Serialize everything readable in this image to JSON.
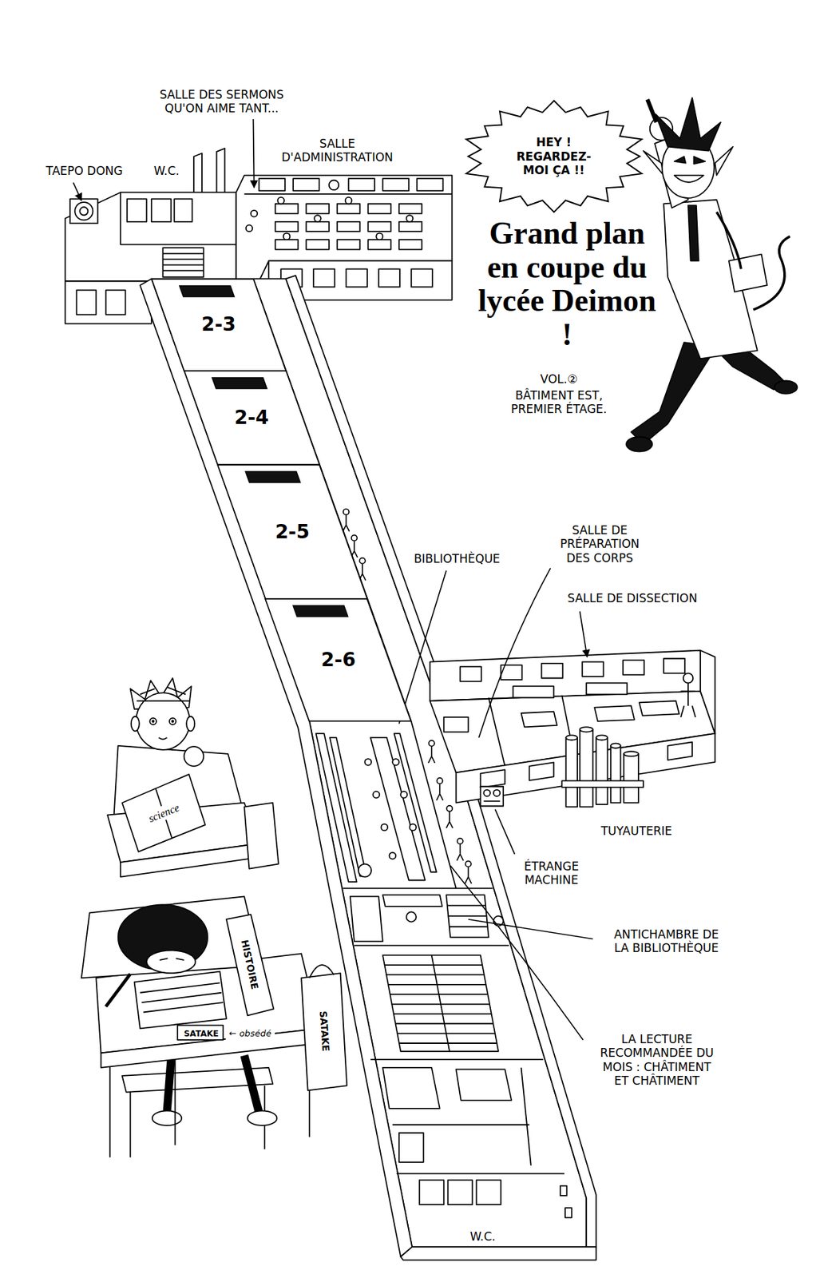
{
  "diagram": {
    "title": "Grand plan en coupe du lycée Deimon !",
    "nodes": [
      {
        "text": [
          "HEY ! REGARDEZ-MOI ÇA !!"
        ]
      },
      {
        "text": [
          "2-3"
        ]
      },
      {
        "text": [
          "2-4"
        ]
      },
      {
        "text": [
          "2-5"
        ]
      },
      {
        "text": [
          "2-6"
        ]
      }
    ],
    "labels": [
      "SALLE DES SERMONS QU'ON AIME TANT...",
      "TAEPO DONG",
      "W.C.",
      "SALLE D'ADMINISTRATION",
      "VOL.②",
      "BÂTIMENT EST, PREMIER ÉTAGE.",
      "BIBLIOTHÈQUE",
      "SALLE DE PRÉPARATION DES CORPS",
      "SALLE DE DISSECTION",
      "TUYAUTERIE",
      "ÉTRANGE MACHINE",
      "ANTICHAMBRE DE LA BIBLIOTHÈQUE",
      "LA LECTURE RECOMMANDÉE DU MOIS : CHÂTIMENT ET CHÂTIMENT",
      "W.C.",
      "science",
      "HISTOIRE",
      "SATAKE",
      "← obsédé",
      "SATAKE"
    ]
  }
}
